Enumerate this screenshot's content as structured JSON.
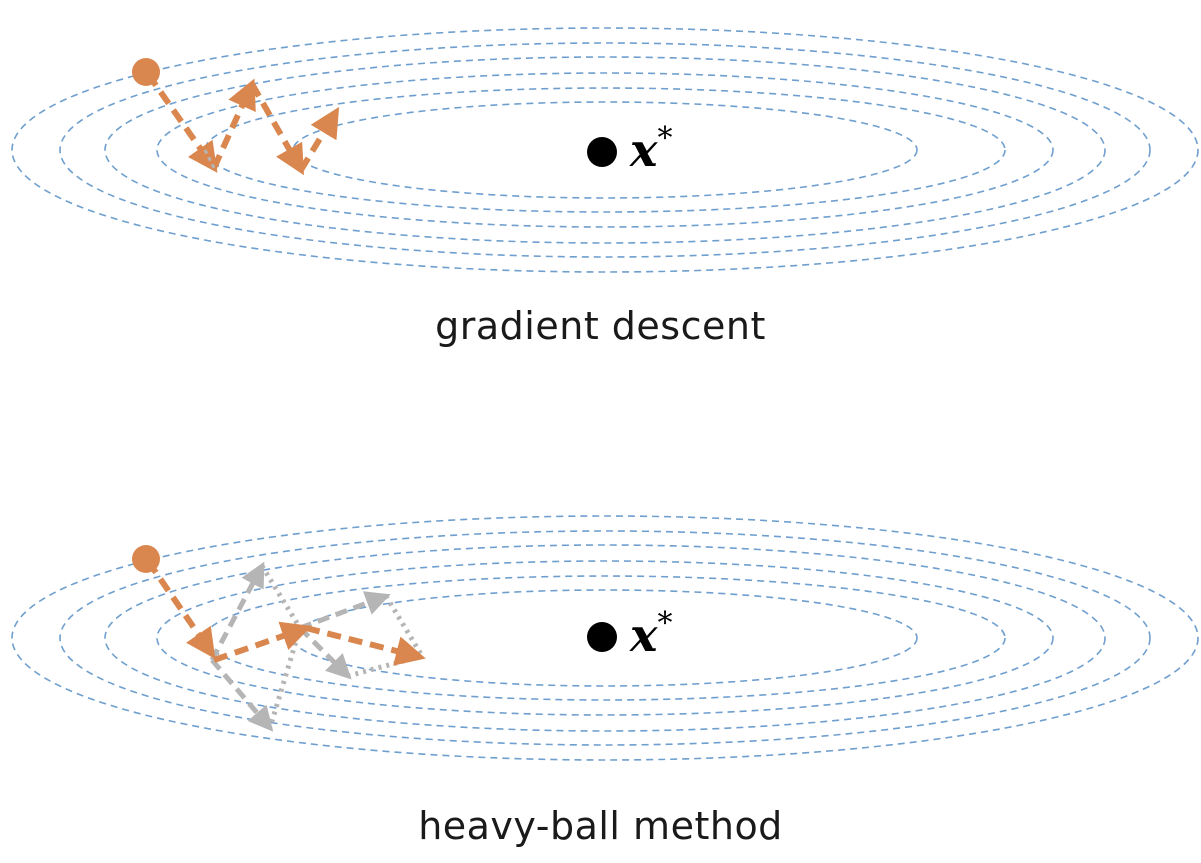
{
  "diagrams": [
    {
      "id": "gradient-descent",
      "caption": "gradient descent",
      "optimum_label": "x",
      "optimum_superscript": "*"
    },
    {
      "id": "heavy-ball",
      "caption": "heavy-ball method",
      "optimum_label": "x",
      "optimum_superscript": "*"
    }
  ],
  "colors": {
    "contour": "#6f9fce",
    "step_arrow": "#d9874f",
    "momentum_ghost": "#b5b5b5",
    "optimum": "#000000",
    "text": "#1a1a1a"
  }
}
